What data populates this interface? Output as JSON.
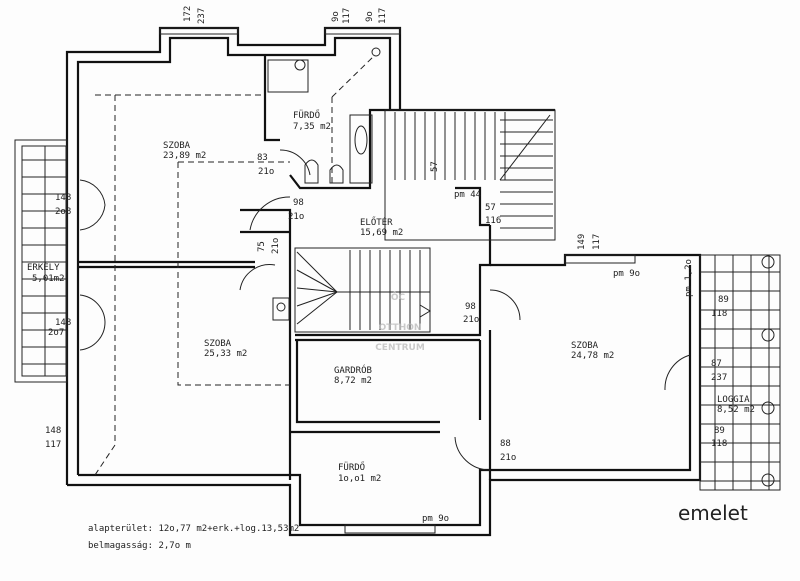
{
  "title": "emelet",
  "watermark": {
    "logo": "ÔC",
    "line1": "OTTHON",
    "line2": "CENTRUM"
  },
  "rooms": {
    "szoba1": {
      "name": "SZOBA",
      "area": "23,89 m2"
    },
    "furdo1": {
      "name": "FÜRDŐ",
      "area": "7,35 m2"
    },
    "eloter": {
      "name": "ELŐTÉR",
      "area": "15,69 m2"
    },
    "erkely": {
      "name": "ERKÉLY",
      "area": "5,01m2"
    },
    "szoba2": {
      "name": "SZOBA",
      "area": "25,33 m2"
    },
    "gardrob": {
      "name": "GARDRÓB",
      "area": "8,72 m2"
    },
    "furdo2": {
      "name": "FÜRDŐ",
      "area": "1o,o1 m2"
    },
    "szoba3": {
      "name": "SZOBA",
      "area": "24,78 m2"
    },
    "loggia": {
      "name": "LOGGIA",
      "area": "8,52 m2"
    }
  },
  "dimensions": {
    "top1": [
      "172",
      "237"
    ],
    "top2": [
      "9o",
      "117"
    ],
    "top3": [
      "9o",
      "117"
    ],
    "door_furdo1": [
      "83",
      "21o"
    ],
    "door_szoba1": [
      "98",
      "21o"
    ],
    "stair_57": "57",
    "pm44": "pm 44",
    "win_eloter": [
      "57",
      "116"
    ],
    "balc1": [
      "148",
      "2o8"
    ],
    "balc2": [
      "148",
      "2o7"
    ],
    "win_left": [
      "148",
      "117"
    ],
    "door_szoba2": [
      "75",
      "21o"
    ],
    "door_szoba3": [
      "98",
      "21o"
    ],
    "door_furdo2": [
      "88",
      "21o"
    ],
    "win_szoba3": [
      "149",
      "117"
    ],
    "pm90_a": "pm 9o",
    "pm120": "pm 1,2o",
    "loggia_w1": [
      "89",
      "118"
    ],
    "loggia_door": [
      "87",
      "237"
    ],
    "loggia_w2": [
      "89",
      "118"
    ],
    "pm90_b": "pm 9o"
  },
  "notes": {
    "area": "alapterület: 12o,77 m2+erk.+log.13,53m2",
    "height": "belmagasság: 2,7o m"
  }
}
